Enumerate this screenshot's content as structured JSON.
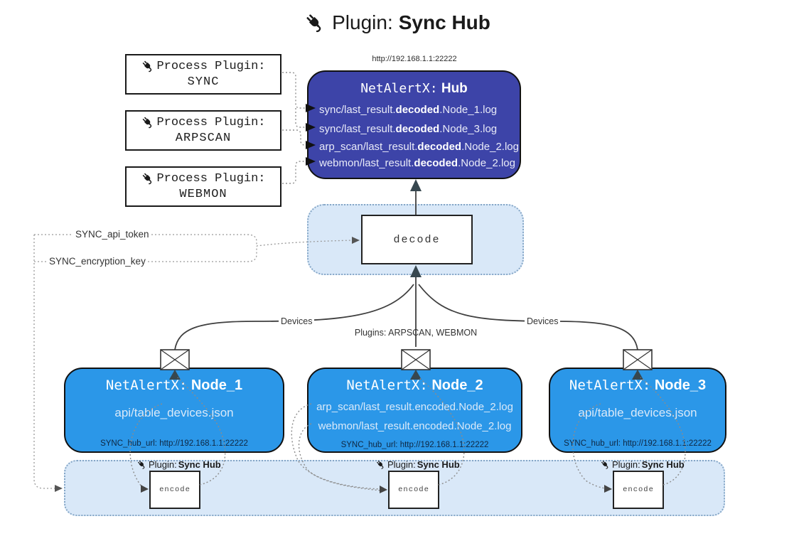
{
  "title": {
    "prefix": "Plugin:",
    "name": "Sync Hub"
  },
  "process_plugins": {
    "heading": "Process Plugin:",
    "items": [
      {
        "name": "SYNC"
      },
      {
        "name": "ARPSCAN"
      },
      {
        "name": "WEBMON"
      }
    ]
  },
  "hub": {
    "url": "http://192.168.1.1:22222",
    "title_prefix": "NetAlertX:",
    "title_name": "Hub",
    "logs": [
      {
        "pre": "sync/last_result.",
        "bold": "decoded",
        "post": ".Node_1.log"
      },
      {
        "pre": "sync/last_result.",
        "bold": "decoded",
        "post": ".Node_3.log"
      },
      {
        "pre": "arp_scan/last_result.",
        "bold": "decoded",
        "post": ".Node_2.log"
      },
      {
        "pre": "webmon/last_result.",
        "bold": "decoded",
        "post": ".Node_2.log"
      }
    ]
  },
  "decode": {
    "label": "decode"
  },
  "secrets": {
    "api_token": "SYNC_api_token",
    "encryption_key": "SYNC_encryption_key"
  },
  "edges": {
    "devices_left": "Devices",
    "devices_right": "Devices",
    "plugins": "Plugins: ARPSCAN, WEBMON"
  },
  "nodes": [
    {
      "title_prefix": "NetAlertX:",
      "name": "Node_1",
      "files": [
        "api/table_devices.json"
      ],
      "hub_url": "SYNC_hub_url: http://192.168.1.1:22222"
    },
    {
      "title_prefix": "NetAlertX:",
      "name": "Node_2",
      "files": [
        "arp_scan/last_result.encoded.Node_2.log",
        "webmon/last_result.encoded.Node_2.log"
      ],
      "hub_url": "SYNC_hub_url: http://192.168.1.1:22222"
    },
    {
      "title_prefix": "NetAlertX:",
      "name": "Node_3",
      "files": [
        "api/table_devices.json"
      ],
      "hub_url": "SYNC_hub_url: http://192.168.1.1:22222"
    }
  ],
  "encoder": {
    "label_prefix": "Plugin:",
    "label_name": "Sync Hub",
    "box": "encode"
  },
  "colors": {
    "hub_fill": "#3d44a8",
    "node_fill": "#2b97e8",
    "container_fill": "#d9e8f8",
    "container_border": "#86a7c7",
    "solid_line": "#3f3f3f",
    "dotted_line": "#909090",
    "arrow_dark": "#37474f"
  }
}
